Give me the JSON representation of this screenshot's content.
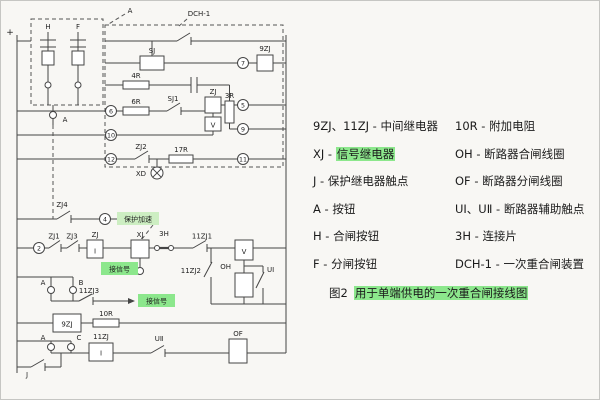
{
  "colors": {
    "highlight_green": "#8ce78c"
  },
  "diagram": {
    "labels": {
      "plus": "+",
      "aTop": "A",
      "h": "H",
      "f": "F",
      "aBtn": "A",
      "dch": "DCH-1",
      "sj": "SJ",
      "zj9a": "9ZJ",
      "r4": "4R",
      "r6": "6R",
      "sj1": "SJ1",
      "zj": "ZJ",
      "v1": "V",
      "r3": "3R",
      "zj2": "ZJ2",
      "xd": "XD",
      "r17": "17R",
      "n7": "7",
      "n5": "5",
      "n9": "9",
      "n11": "11",
      "n6": "6",
      "n10": "10",
      "n12": "12",
      "n4": "4",
      "n2": "2",
      "zj4": "ZJ4",
      "protAccel": "保护加速",
      "zj1": "ZJ1",
      "zj3": "ZJ3",
      "zjCoil": "ZJ",
      "coilI1": "I",
      "xj": "XJ",
      "h3": "3H",
      "zj11_1": "11ZJ1",
      "v2": "V",
      "signal1": "接信号",
      "zj11_2": "11ZJ2",
      "oh": "OH",
      "u1": "UⅠ",
      "a2": "A",
      "b": "B",
      "zj11_3": "11ZJ3",
      "signal2": "接信号",
      "zj9b": "9ZJ",
      "r10": "10R",
      "a3": "A",
      "c": "C",
      "zj11": "11ZJ",
      "coilI2": "I",
      "u2": "UⅡ",
      "of": "OF",
      "j": "J"
    }
  },
  "legend": {
    "sep": " - ",
    "left": [
      {
        "term": "9ZJ、11ZJ",
        "desc": "中间继电器"
      },
      {
        "term": "XJ",
        "desc": "信号继电器"
      },
      {
        "term": "J",
        "desc": "保护继电器触点"
      },
      {
        "term": "A",
        "desc": "按钮"
      },
      {
        "term": "H",
        "desc": "合闸按钮"
      },
      {
        "term": "F",
        "desc": "分闸按钮"
      }
    ],
    "right": [
      {
        "term": "10R",
        "desc": "附加电阻"
      },
      {
        "term": "OH",
        "desc": "断路器合闸线圈"
      },
      {
        "term": "OF",
        "desc": "断路器分闸线圈"
      },
      {
        "term": "UⅠ、UⅡ",
        "desc": "断路器辅助触点"
      },
      {
        "term": "3H",
        "desc": "连接片"
      },
      {
        "term": "DCH-1",
        "desc": "一次重合闸装置"
      }
    ],
    "caption_prefix": "图2",
    "caption_text": "用于单端供电的一次重合闸接线图"
  }
}
